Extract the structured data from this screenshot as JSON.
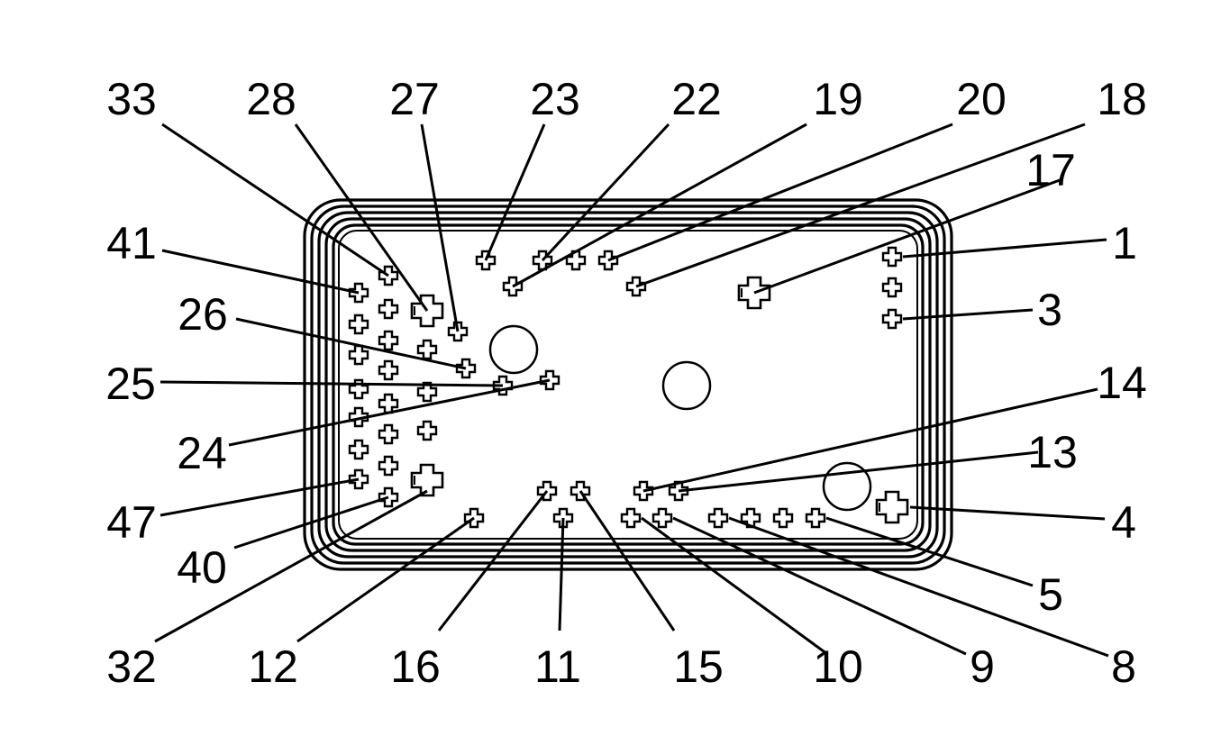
{
  "callouts": {
    "c1": "1",
    "c3": "3",
    "c4": "4",
    "c5": "5",
    "c8": "8",
    "c9": "9",
    "c10": "10",
    "c11": "11",
    "c12": "12",
    "c13": "13",
    "c14": "14",
    "c15": "15",
    "c16": "16",
    "c17": "17",
    "c18": "18",
    "c19": "19",
    "c20": "20",
    "c22": "22",
    "c23": "23",
    "c24": "24",
    "c25": "25",
    "c26": "26",
    "c27": "27",
    "c28": "28",
    "c32": "32",
    "c33": "33",
    "c40": "40",
    "c41": "41",
    "c47": "47"
  }
}
